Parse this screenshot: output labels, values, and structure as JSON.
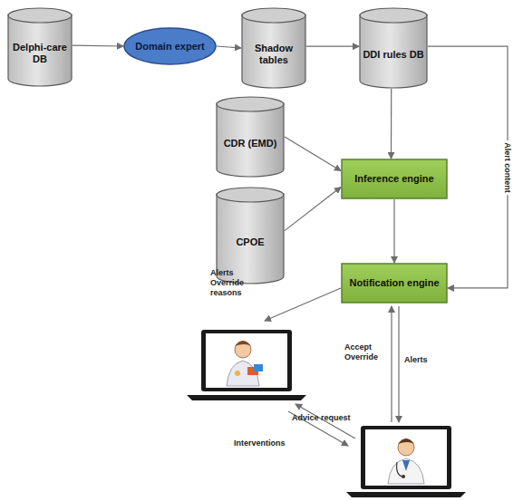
{
  "diagram": {
    "nodes": [
      {
        "text": [
          "Delphi-care DB"
        ]
      },
      {
        "text": [
          "Domain expert"
        ]
      },
      {
        "text": [
          "Shadow tables"
        ]
      },
      {
        "text": [
          "DDI rules DB"
        ]
      },
      {
        "text": [
          "CDR (EMD)"
        ]
      },
      {
        "text": [
          "CPOE"
        ]
      },
      {
        "text": [
          "Inference engine"
        ]
      },
      {
        "text": [
          "Notification engine"
        ]
      }
    ],
    "edges": [
      {
        "from": 0,
        "to": 1,
        "arrow": "to"
      },
      {
        "from": 1,
        "to": 2,
        "arrow": "to"
      },
      {
        "from": 2,
        "to": 3,
        "arrow": "to"
      },
      {
        "from": 3,
        "to": 6,
        "arrow": "to"
      },
      {
        "from": 4,
        "to": 6,
        "arrow": "to"
      },
      {
        "from": 5,
        "to": 6,
        "arrow": "to"
      },
      {
        "from": 6,
        "to": 7,
        "arrow": "to"
      },
      {
        "from": 3,
        "to": 7,
        "label": "Alert content",
        "arrow": "to"
      }
    ],
    "labels": [
      "Alerts Override reasons",
      "Accept Override",
      "Alerts",
      "Advice request",
      "Interventions"
    ]
  }
}
